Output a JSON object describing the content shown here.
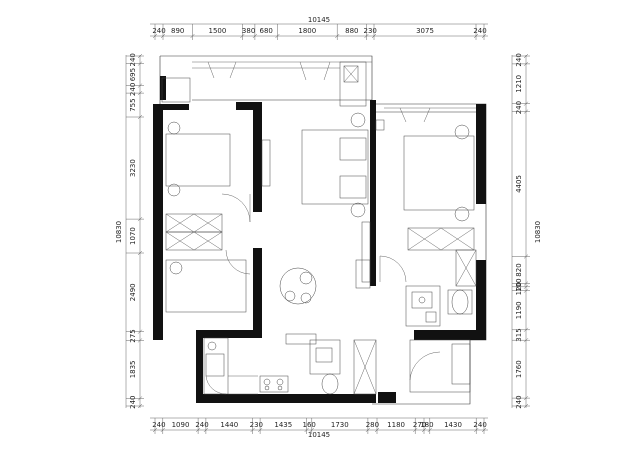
{
  "title": "",
  "dimensions": {
    "top_total": "10145",
    "top_segments": [
      "240",
      "890",
      "1500",
      "380",
      "680",
      "1800",
      "880",
      "230",
      "3075",
      "240"
    ],
    "bottom_total": "10145",
    "bottom_segments": [
      "240",
      "1090",
      "240",
      "1440",
      "230",
      "1435",
      "160",
      "1730",
      "280",
      "1180",
      "270",
      "180",
      "1430",
      "240"
    ],
    "left_total": "10830",
    "left_segments": [
      "240",
      "695",
      "240",
      "755",
      "3230",
      "1070",
      "2490",
      "275",
      "1835",
      "240"
    ],
    "right_total": "10830",
    "right_segments": [
      "240",
      "1210",
      "240",
      "4405",
      "820",
      "100",
      "120",
      "1190",
      "315",
      "1760",
      "240"
    ]
  },
  "colors": {
    "wall": "#111111",
    "line": "#333333",
    "background": "#ffffff"
  }
}
